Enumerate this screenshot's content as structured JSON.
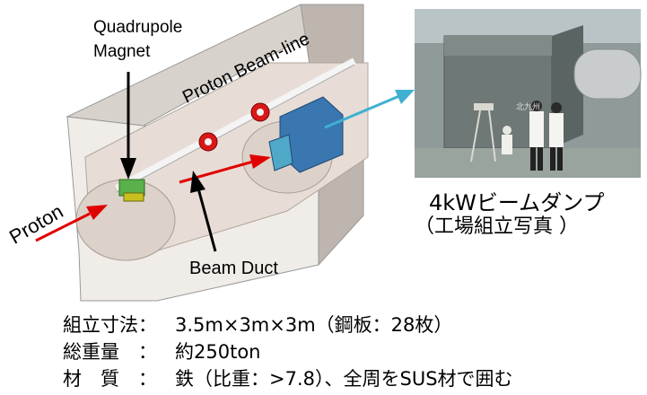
{
  "labels": {
    "quadrupole_line1": "Quadrupole",
    "quadrupole_line2": "Magnet",
    "beamline": "Proton Beam-line",
    "proton": "Proton",
    "beam_duct": "Beam Duct"
  },
  "photo": {
    "caption_line1": "4kWビームダンプ",
    "caption_line2": "（工場組立写真 ）",
    "sign_text": "北九州"
  },
  "specs": [
    {
      "key": "組立寸法：",
      "value": "3.5m×3m×3m（鋼板：28枚）"
    },
    {
      "key": "総重量　：",
      "value": "約250ton"
    },
    {
      "key": "材　質　：",
      "value": "鉄（比重：>7.8）、全周をSUS材で囲む"
    }
  ],
  "colors": {
    "shield_front": "#f0ece8",
    "shield_top": "#d8d2cc",
    "shield_side": "#bdb5ae",
    "dump_block": "#3a76b0",
    "magnet": "#5ab04a",
    "beam_arrow": "#e00000",
    "pointer_arrow": "#40b0d0"
  }
}
